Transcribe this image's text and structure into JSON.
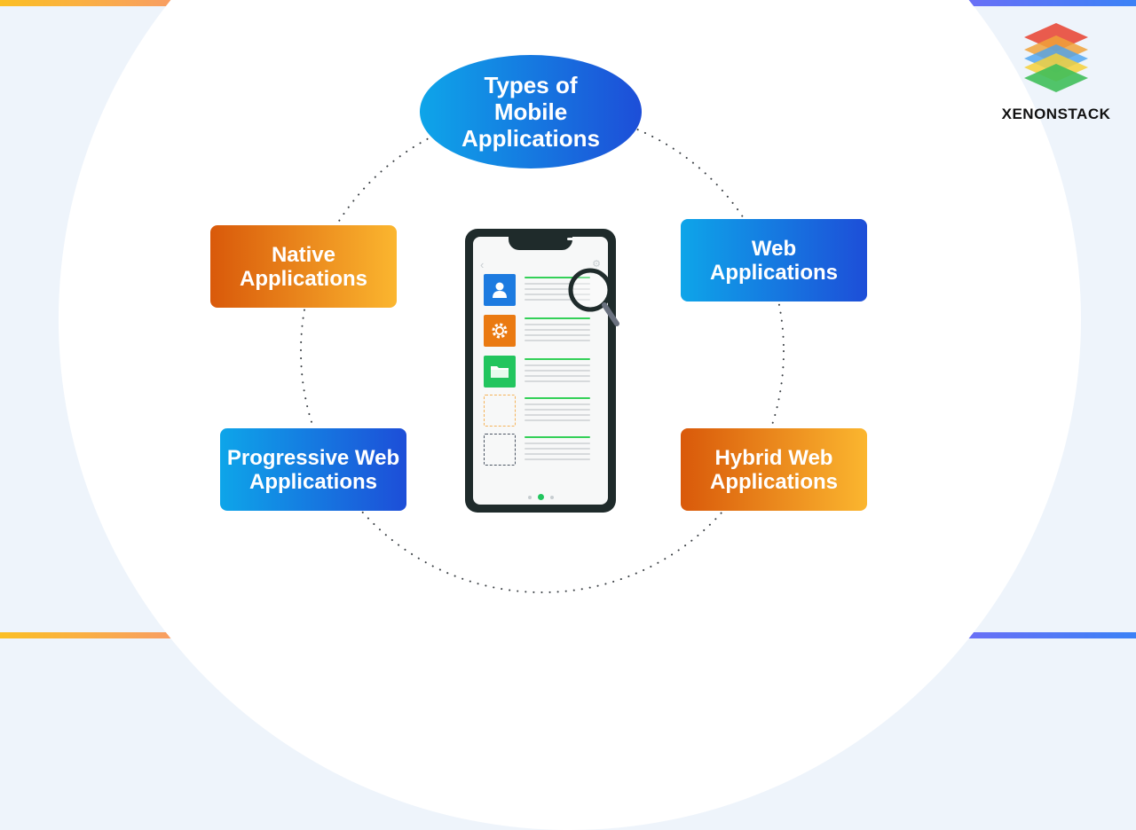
{
  "hub": {
    "title": "Types of Mobile Applications"
  },
  "nodes": {
    "native": "Native Applications",
    "web": "Web Applications",
    "progressive": "Progressive Web Applications",
    "hybrid": "Hybrid Web Applications"
  },
  "phone": {
    "rows": [
      {
        "icon": "user-icon",
        "color": "#1d7be0"
      },
      {
        "icon": "gear-icon",
        "color": "#ea7a12"
      },
      {
        "icon": "folder-icon",
        "color": "#22c55e"
      },
      {
        "icon": "placeholder",
        "color": "#f5b35a"
      },
      {
        "icon": "placeholder",
        "color": "#4b5563"
      }
    ],
    "icons": [
      "chevron-left-icon",
      "settings-icon",
      "magnifier-icon"
    ]
  },
  "logo": {
    "text": "XENONSTACK",
    "colors": [
      "#e84a3a",
      "#f0a23a",
      "#4aa3f0",
      "#f5d03a",
      "#3fbf5a"
    ]
  },
  "colors": {
    "blue_start": "#0ea5e9",
    "blue_end": "#1d4ed8",
    "orange_start": "#d9590a",
    "orange_end": "#fbb62f"
  }
}
